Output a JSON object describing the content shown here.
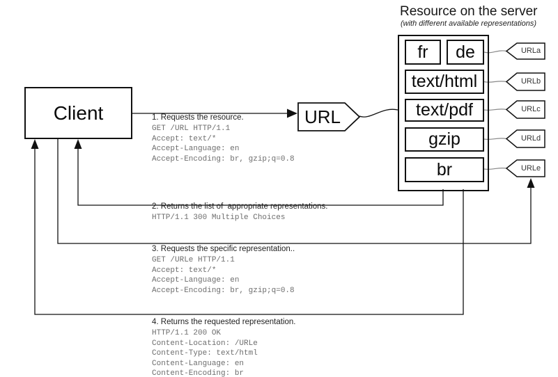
{
  "server_panel": {
    "title": "Resource on the server",
    "subtitle": "(with different available representations)",
    "representations": [
      {
        "label": "fr"
      },
      {
        "label": "de"
      },
      {
        "label": "text/html"
      },
      {
        "label": "text/pdf"
      },
      {
        "label": "gzip"
      },
      {
        "label": "br"
      }
    ],
    "urls": [
      "URLa",
      "URLb",
      "URLc",
      "URLd",
      "URLe"
    ]
  },
  "client": {
    "label": "Client"
  },
  "url_node": {
    "label": "URL"
  },
  "messages": [
    {
      "label": "1. Requests the resource.",
      "lines": [
        "GET /URL HTTP/1.1",
        "Accept: text/*",
        "Accept-Language: en",
        "Accept-Encoding: br, gzip;q=0.8"
      ]
    },
    {
      "label": "2. Returns the list of  appropriate representations.",
      "lines": [
        "HTTP/1.1 300 Multiple Choices"
      ]
    },
    {
      "label": "3. Requests the specific representation..",
      "lines": [
        "GET /URLe HTTP/1.1",
        "Accept: text/*",
        "Accept-Language: en",
        "Accept-Encoding: br, gzip;q=0.8"
      ]
    },
    {
      "label": "4. Returns the requested representation.",
      "lines": [
        "HTTP/1.1 200 OK",
        "Content-Location: /URLe",
        "Content-Type: text/html",
        "Content-Language: en",
        "Content-Encoding: br"
      ]
    }
  ],
  "colors": {
    "line": "#111111",
    "mono-text": "#6e6e6e",
    "label-text": "#222222",
    "connector": "#888888",
    "bg": "#ffffff"
  }
}
